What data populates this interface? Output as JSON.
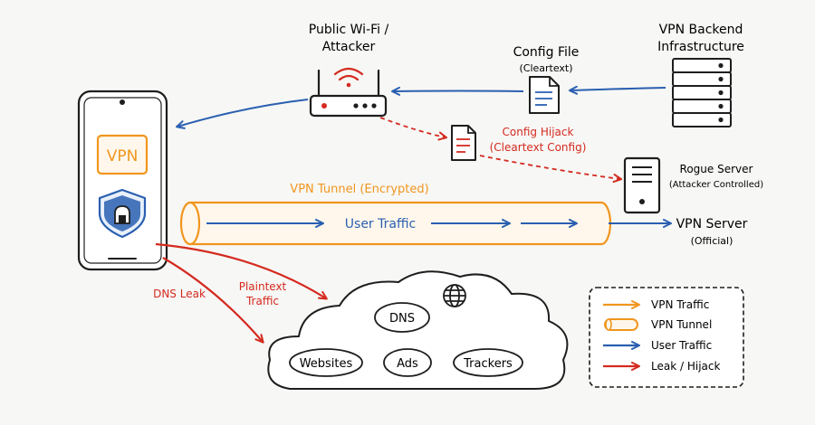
{
  "colors": {
    "ink": "#1e1e1e",
    "background": "#f7f7f5",
    "vpn_orange": "#f0961e",
    "user_blue": "#2a5fb0",
    "leak_red": "#d42a1f",
    "cloud_fill": "#ffffff"
  },
  "nodes": {
    "wifi": {
      "label_line1": "Public Wi-Fi /",
      "label_line2": "Attacker",
      "icon": "router-icon"
    },
    "config_file": {
      "label": "Config File",
      "sublabel": "(Cleartext)",
      "icon": "document-icon"
    },
    "backend": {
      "label_line1": "VPN Backend",
      "label_line2": "Infrastructure",
      "icon": "server-rack-icon"
    },
    "phone": {
      "vpn_badge": "VPN",
      "icon": "shield-icon"
    },
    "hijack": {
      "label_line1": "Config Hijack",
      "label_line2": "(Cleartext Config)",
      "icon": "document-icon"
    },
    "rogue_server": {
      "label": "Rogue Server",
      "sublabel": "(Attacker Controlled)",
      "icon": "server-tower-icon"
    },
    "vpn_server": {
      "label": "VPN Server",
      "sublabel": "(Official)"
    }
  },
  "tunnel": {
    "label": "VPN Tunnel (Encrypted)",
    "traffic_label": "User Traffic"
  },
  "leaks": {
    "dns_leak": "DNS Leak",
    "plaintext_line1": "Plaintext",
    "plaintext_line2": "Traffic"
  },
  "cloud": {
    "dns": "DNS",
    "websites": "Websites",
    "ads": "Ads",
    "trackers": "Trackers",
    "icon": "globe-icon"
  },
  "legend": {
    "items": [
      {
        "label": "VPN Traffic",
        "kind": "arrow",
        "color": "#f0961e"
      },
      {
        "label": "VPN Tunnel",
        "kind": "tube",
        "color": "#f0961e"
      },
      {
        "label": "User Traffic",
        "kind": "arrow",
        "color": "#2a5fb0"
      },
      {
        "label": "Leak / Hijack",
        "kind": "arrow",
        "color": "#d42a1f"
      }
    ]
  }
}
